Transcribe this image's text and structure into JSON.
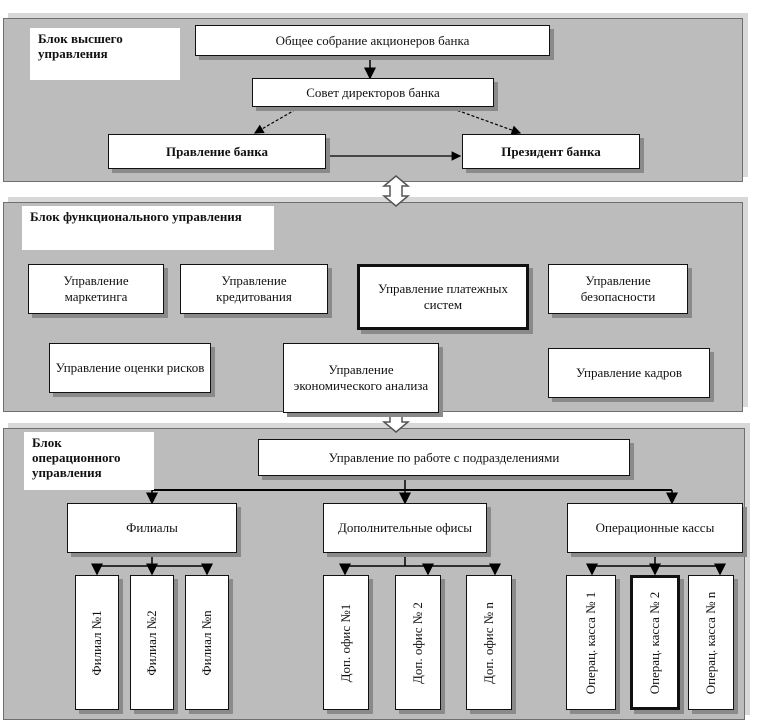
{
  "top_block": {
    "title": "Блок высшего управления",
    "shareholders": "Общее собрание акционеров банка",
    "board": "Совет директоров банка",
    "management": "Правление банка",
    "president": "Президент банка"
  },
  "functional_block": {
    "title": "Блок функционального управления",
    "units": [
      "Управление маркетинга",
      "Управление кредитования",
      "Управление платежных систем",
      "Управление безопасности",
      "Управление оценки рисков",
      "Управление экономического анализа",
      "Управление кадров"
    ]
  },
  "operational_block": {
    "title": "Блок операционного управления",
    "head": "Управление по работе с подразделениями",
    "groups": [
      {
        "label": "Филиалы",
        "children": [
          "Филиал №1",
          "Филиал №2",
          "Филиал №n"
        ]
      },
      {
        "label": "Дополнительные офисы",
        "children": [
          "Доп. офис №1",
          "Доп. офис № 2",
          "Доп. офис № n"
        ]
      },
      {
        "label": "Операционные кассы",
        "children": [
          "Операц. касса № 1",
          "Операц. касса № 2",
          "Операц. касса № n"
        ]
      }
    ]
  }
}
